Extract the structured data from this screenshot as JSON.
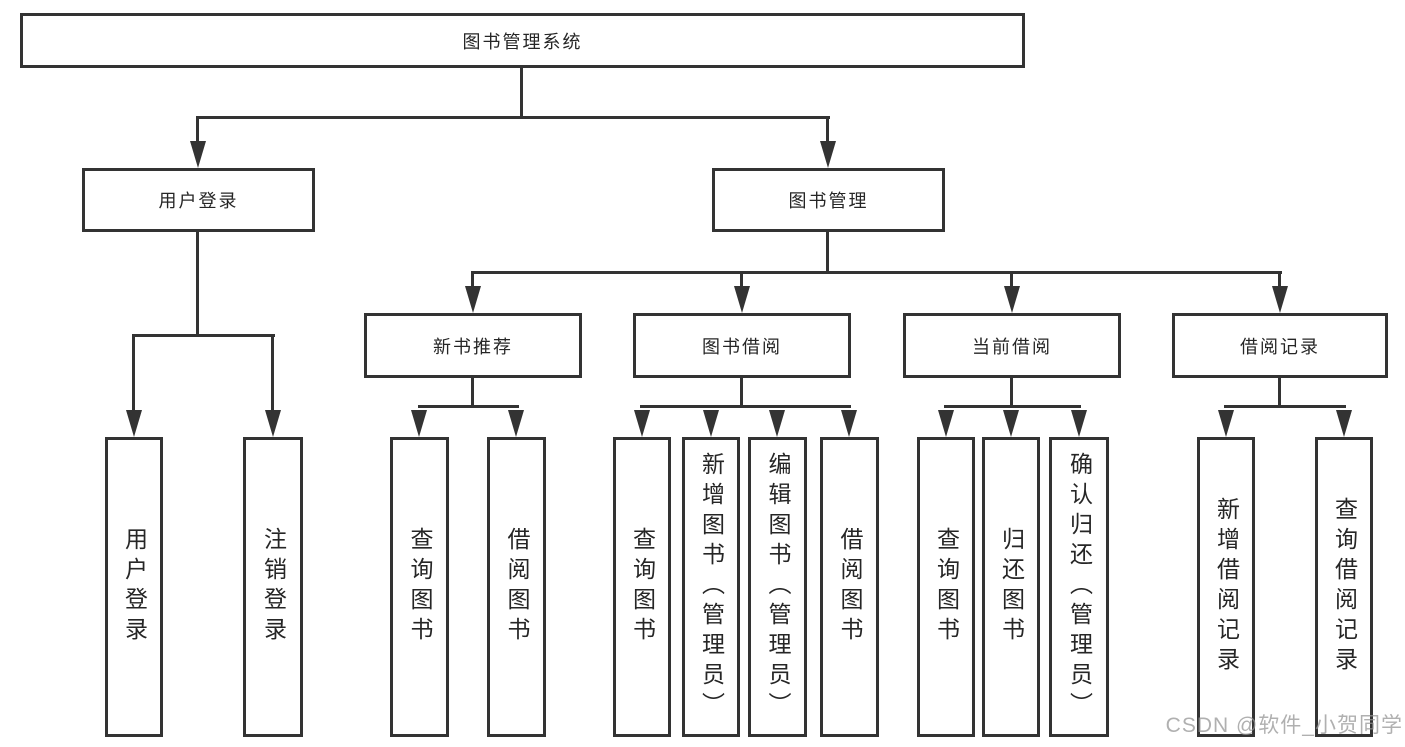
{
  "diagram": {
    "root_label": "图书管理系统",
    "level2": {
      "user_login": "用户登录",
      "book_management": "图书管理"
    },
    "level3": {
      "new_book_recommend": "新书推荐",
      "book_borrow": "图书借阅",
      "current_borrow": "当前借阅",
      "borrow_records": "借阅记录"
    },
    "leaves": {
      "user_login": [
        "用户登录",
        "注销登录"
      ],
      "new_book_recommend": [
        "查询图书",
        "借阅图书"
      ],
      "book_borrow": [
        "查询图书",
        "新增图书（管理员）",
        "编辑图书（管理员）",
        "借阅图书"
      ],
      "current_borrow": [
        "查询图书",
        "归还图书",
        "确认归还（管理员）"
      ],
      "borrow_records": [
        "新增借阅记录",
        "查询借阅记录"
      ]
    },
    "watermark": "CSDN @软件_小贺同学",
    "colors": {
      "line": "#333333",
      "box_border": "#333333",
      "text": "#262626",
      "background": "#ffffff",
      "watermark": "#969696"
    }
  }
}
